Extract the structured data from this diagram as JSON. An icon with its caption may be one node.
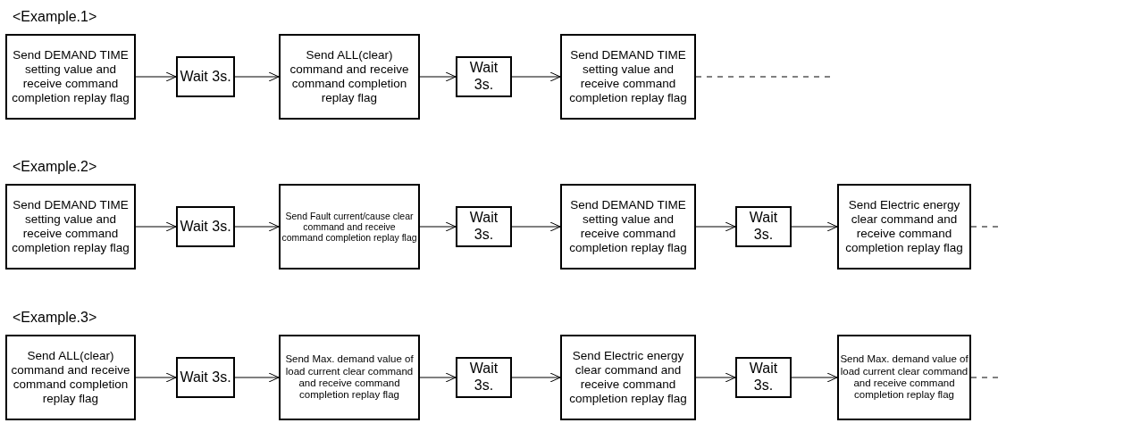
{
  "diagram": {
    "nodes": [
      {
        "text": [
          "Send DEMAND TIME setting value and receive command completion replay flag"
        ]
      },
      {
        "text": [
          "Wait 3s."
        ]
      },
      {
        "text": [
          "Send ALL(clear) command and receive command completion replay flag"
        ]
      },
      {
        "text": [
          "Wait 3s."
        ]
      },
      {
        "text": [
          "Send DEMAND TIME setting value and receive command completion replay flag"
        ]
      },
      {
        "text": [
          "Send DEMAND TIME setting value and receive command completion replay flag"
        ]
      },
      {
        "text": [
          "Wait 3s."
        ]
      },
      {
        "text": [
          "Send Fault current/cause clear command and receive command completion replay flag"
        ]
      },
      {
        "text": [
          "Wait 3s."
        ]
      },
      {
        "text": [
          "Send DEMAND TIME setting value and receive command completion replay flag"
        ]
      },
      {
        "text": [
          "Wait 3s."
        ]
      },
      {
        "text": [
          "Send Electric energy clear command and receive command completion replay flag"
        ]
      },
      {
        "text": [
          "Send ALL(clear) command and receive command completion replay flag"
        ]
      },
      {
        "text": [
          "Wait 3s."
        ]
      },
      {
        "text": [
          "Send Max. demand value of load current clear command and receive command completion replay flag"
        ]
      },
      {
        "text": [
          "Wait 3s."
        ]
      },
      {
        "text": [
          "Send Electric energy clear command and receive command completion replay flag"
        ]
      },
      {
        "text": [
          "Wait 3s."
        ]
      },
      {
        "text": [
          "Send Max. demand value of load current clear command and receive command completion replay flag"
        ]
      }
    ],
    "edges": [
      {
        "from": 0,
        "to": 1,
        "arrow": "to"
      },
      {
        "from": 1,
        "to": 2,
        "arrow": "to"
      },
      {
        "from": 2,
        "to": 3,
        "arrow": "to"
      },
      {
        "from": 3,
        "to": 4,
        "arrow": "to"
      },
      {
        "from": 4,
        "to": null,
        "arrow": "none",
        "style": "dashed"
      },
      {
        "from": 5,
        "to": 6,
        "arrow": "to"
      },
      {
        "from": 6,
        "to": 7,
        "arrow": "to"
      },
      {
        "from": 7,
        "to": 8,
        "arrow": "to"
      },
      {
        "from": 8,
        "to": 9,
        "arrow": "to"
      },
      {
        "from": 9,
        "to": 10,
        "arrow": "to"
      },
      {
        "from": 10,
        "to": 11,
        "arrow": "to"
      },
      {
        "from": 11,
        "to": null,
        "arrow": "none",
        "style": "dashed"
      },
      {
        "from": 12,
        "to": 13,
        "arrow": "to"
      },
      {
        "from": 13,
        "to": 14,
        "arrow": "to"
      },
      {
        "from": 14,
        "to": 15,
        "arrow": "to"
      },
      {
        "from": 15,
        "to": 16,
        "arrow": "to"
      },
      {
        "from": 16,
        "to": 17,
        "arrow": "to"
      },
      {
        "from": 17,
        "to": 18,
        "arrow": "to"
      },
      {
        "from": 18,
        "to": null,
        "arrow": "none",
        "style": "dashed"
      }
    ],
    "labels": [
      "<Example.1>",
      "<Example.2>",
      "<Example.3>"
    ]
  }
}
